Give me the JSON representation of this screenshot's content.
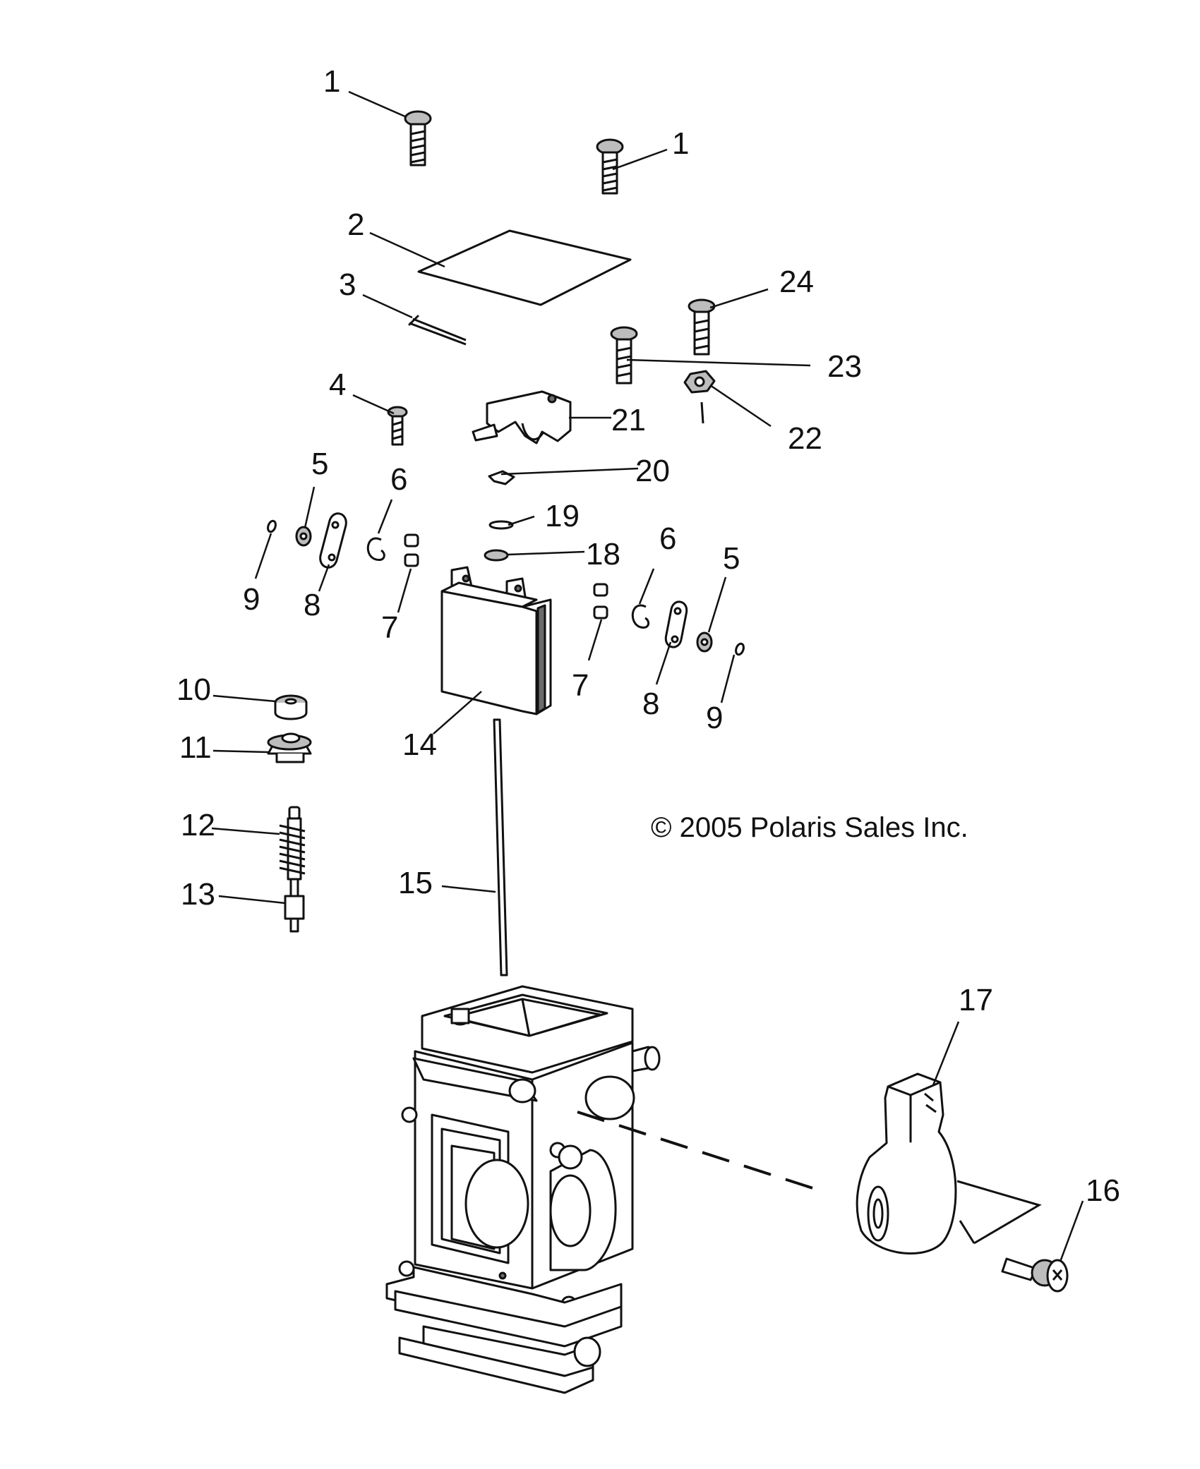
{
  "copyright": "© 2005 Polaris Sales Inc.",
  "callouts": [
    "1",
    "1",
    "2",
    "3",
    "24",
    "23",
    "4",
    "21",
    "22",
    "20",
    "5",
    "6",
    "19",
    "18",
    "9",
    "8",
    "7",
    "6",
    "5",
    "7",
    "8",
    "9",
    "10",
    "14",
    "11",
    "12",
    "13",
    "15",
    "17",
    "16"
  ],
  "colors": {
    "line": "#111111",
    "background": "#ffffff",
    "shade": "#bdbdbd"
  }
}
